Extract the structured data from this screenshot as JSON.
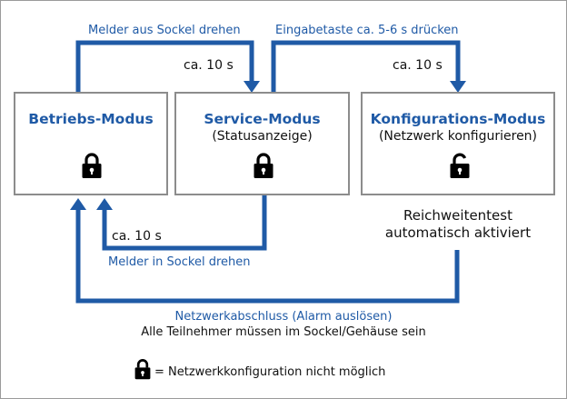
{
  "modes": {
    "betrieb": {
      "title": "Betriebs-Modus"
    },
    "service": {
      "title": "Service-Modus",
      "subtitle": "(Statusanzeige)"
    },
    "konfig": {
      "title": "Konfigurations-Modus",
      "subtitle": "(Netzwerk konfigurieren)"
    }
  },
  "transitions": {
    "to_service": {
      "label": "Melder aus Sockel drehen",
      "time": "ca. 10 s"
    },
    "to_konfig": {
      "label": "Eingabetaste ca. 5-6 s drücken",
      "time": "ca. 10 s"
    },
    "to_betrieb": {
      "label": "Melder in Sockel drehen",
      "time": "ca. 10 s"
    },
    "abschluss": {
      "label": "Netzwerkabschluss (Alarm auslösen)",
      "note": "Alle Teilnehmer müssen im Sockel/Gehäuse sein"
    }
  },
  "reichweite": {
    "line1": "Reichweitentest",
    "line2": "automatisch aktiviert"
  },
  "legend": {
    "text": "= Netzwerkkonfiguration nicht möglich",
    "icon": "lock-closed-icon"
  },
  "colors": {
    "arrow": "#1f5aa6",
    "box_border": "#8c8c8c",
    "title": "#1f5aa6"
  }
}
